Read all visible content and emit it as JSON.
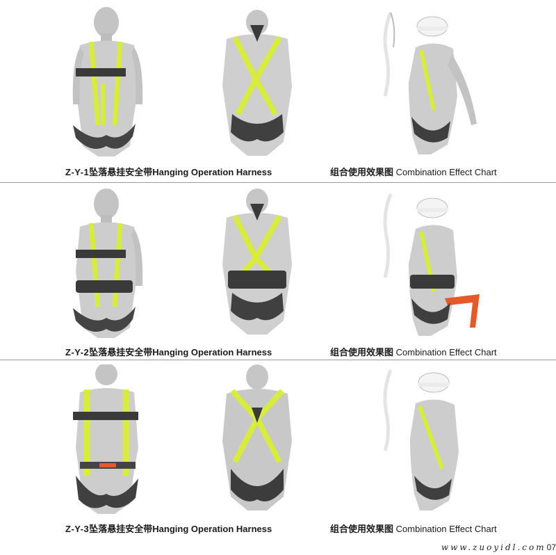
{
  "rows": [
    {
      "model": "Z-Y-1",
      "name": "坠落悬挂安全带Hanging Operation Harness",
      "combo_cn": "组合使用效果图",
      "combo_en": "Combination Effect Chart"
    },
    {
      "model": "Z-Y-2",
      "name": "坠落悬挂安全带Hanging Operation Harness",
      "combo_cn": "组合使用效果图",
      "combo_en": "Combination Effect Chart"
    },
    {
      "model": "Z-Y-3",
      "name": "坠落悬挂安全带Hanging Operation Harness",
      "combo_cn": "组合使用效果图",
      "combo_en": "Combination Effect Chart"
    }
  ],
  "footer": {
    "website": "www.zuoyidl.com",
    "page_number": "07"
  },
  "colors": {
    "harness": "#d8ec3c",
    "buckle": "#3a3a3a",
    "mannequin": "#c9c9c9",
    "rope": "#e4e4e4",
    "helmet": "#f4f4f4",
    "lanyard": "#e8592a"
  }
}
